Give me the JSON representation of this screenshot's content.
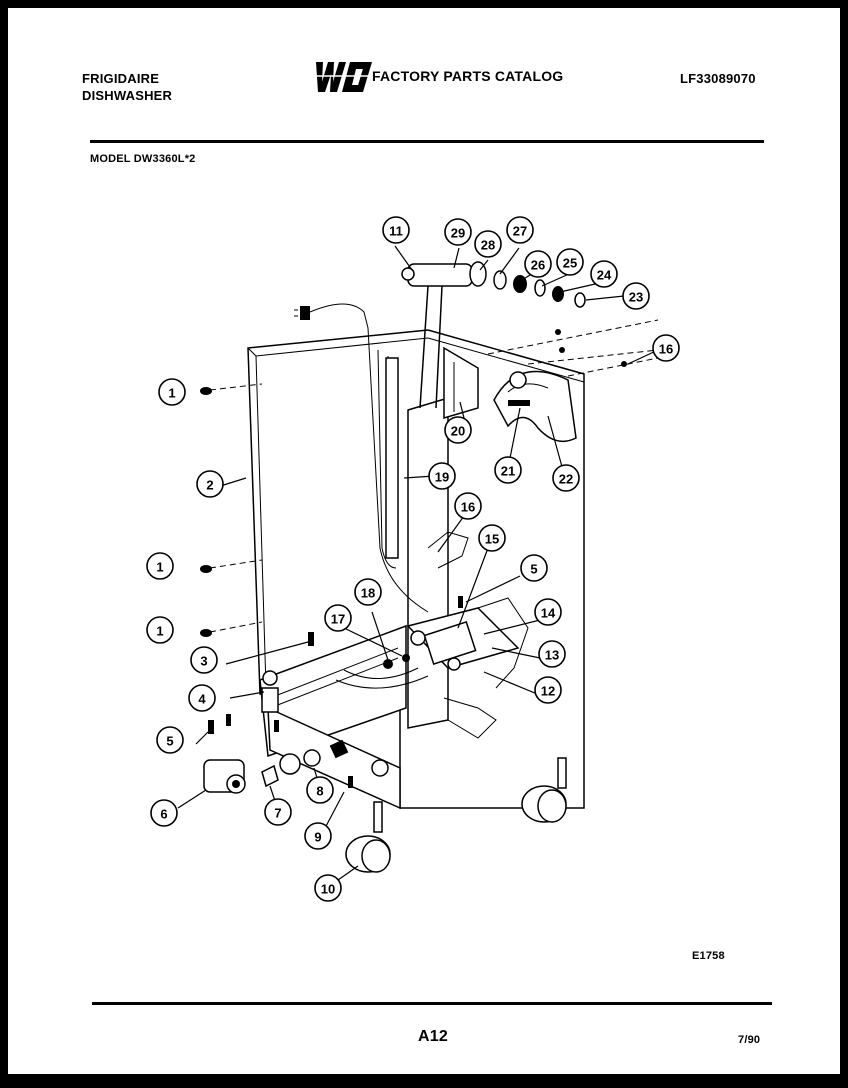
{
  "header": {
    "brand_line1": "FRIGIDAIRE",
    "brand_line2": "DISHWASHER",
    "catalog_title": "FACTORY PARTS CATALOG",
    "document_number": "LF33089070",
    "model": "MODEL DW3360L*2"
  },
  "logo": {
    "text": "WCI"
  },
  "figure": {
    "code": "E1758",
    "callouts": [
      {
        "id": "c1a",
        "label": "1"
      },
      {
        "id": "c1b",
        "label": "1"
      },
      {
        "id": "c1c",
        "label": "1"
      },
      {
        "id": "c2",
        "label": "2"
      },
      {
        "id": "c3",
        "label": "3"
      },
      {
        "id": "c4",
        "label": "4"
      },
      {
        "id": "c5a",
        "label": "5"
      },
      {
        "id": "c5b",
        "label": "5"
      },
      {
        "id": "c6",
        "label": "6"
      },
      {
        "id": "c7",
        "label": "7"
      },
      {
        "id": "c8",
        "label": "8"
      },
      {
        "id": "c9",
        "label": "9"
      },
      {
        "id": "c10",
        "label": "10"
      },
      {
        "id": "c11",
        "label": "11"
      },
      {
        "id": "c12",
        "label": "12"
      },
      {
        "id": "c13",
        "label": "13"
      },
      {
        "id": "c14",
        "label": "14"
      },
      {
        "id": "c15",
        "label": "15"
      },
      {
        "id": "c16a",
        "label": "16"
      },
      {
        "id": "c16b",
        "label": "16"
      },
      {
        "id": "c17",
        "label": "17"
      },
      {
        "id": "c18",
        "label": "18"
      },
      {
        "id": "c19",
        "label": "19"
      },
      {
        "id": "c20",
        "label": "20"
      },
      {
        "id": "c21",
        "label": "21"
      },
      {
        "id": "c22",
        "label": "22"
      },
      {
        "id": "c23",
        "label": "23"
      },
      {
        "id": "c24",
        "label": "24"
      },
      {
        "id": "c25",
        "label": "25"
      },
      {
        "id": "c26",
        "label": "26"
      },
      {
        "id": "c27",
        "label": "27"
      },
      {
        "id": "c28",
        "label": "28"
      },
      {
        "id": "c29",
        "label": "29"
      }
    ]
  },
  "footer": {
    "page": "A12",
    "date": "7/90"
  }
}
